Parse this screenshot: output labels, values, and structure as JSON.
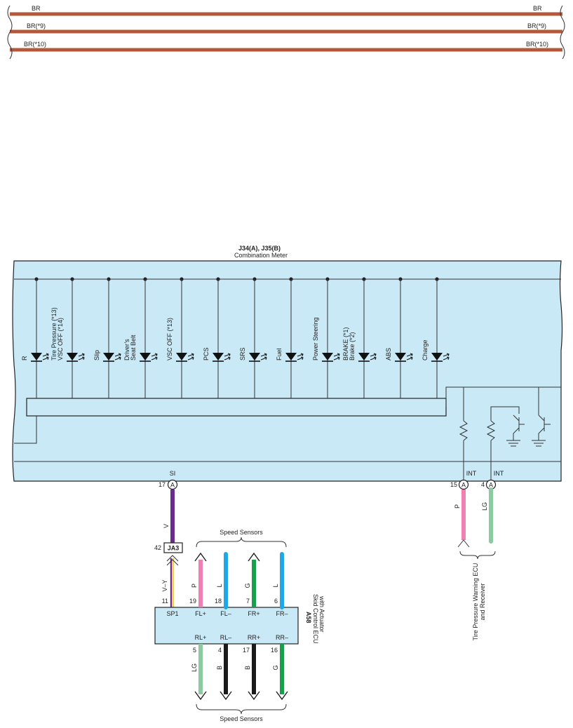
{
  "colors": {
    "brown_wire": "#b5583a",
    "meter_fill": "#c9e9f6",
    "wire_V": "#6a2a8e",
    "wire_P": "#f07fb4",
    "wire_L": "#1ea8e6",
    "wire_G": "#16a04a",
    "wire_LG": "#8ccaa0",
    "wire_B": "#1a1a1a",
    "wire_VY_violet": "#6a2a8e",
    "wire_VY_yellow": "#f3d23c"
  },
  "top_wires": [
    {
      "left": "BR",
      "right": "BR"
    },
    {
      "left": "BR(*9)",
      "right": "BR(*9)"
    },
    {
      "left": "BR(*10)",
      "right": "BR(*10)"
    }
  ],
  "meter": {
    "connector": "J34(A), J35(B)",
    "name": "Combination Meter",
    "indicators": [
      {
        "lines": [
          "R"
        ]
      },
      {
        "lines": [
          "Tire Pressure (*13)",
          "VSC OFF (*14)"
        ]
      },
      {
        "lines": [
          "Slip"
        ]
      },
      {
        "lines": [
          "Driver’s",
          "Seat Belt"
        ]
      },
      {
        "lines": [
          "VSC OFF (*13)"
        ]
      },
      {
        "lines": [
          "PCS"
        ]
      },
      {
        "lines": [
          "SRS"
        ]
      },
      {
        "lines": [
          "Fuel"
        ]
      },
      {
        "lines": [
          "Power Steering"
        ]
      },
      {
        "lines": [
          "BRAKE (*1)",
          "Brake (*2)"
        ]
      },
      {
        "lines": [
          "ABS"
        ]
      },
      {
        "lines": [
          "Charge"
        ]
      }
    ],
    "terminals": [
      {
        "pin": "17",
        "conn": "A",
        "label": "SI",
        "wire": "V"
      },
      {
        "pin": "15",
        "conn": "A",
        "label": "INT",
        "wire": "P"
      },
      {
        "pin": "4",
        "conn": "A",
        "label": "INT",
        "wire": "LG"
      }
    ]
  },
  "junction": {
    "pin": "42",
    "name": "JA3",
    "wire": "V–Y"
  },
  "ecu": {
    "code": "A58",
    "name_line1": "Skid Control ECU",
    "name_line2": "with Actuator",
    "top_terminals": [
      {
        "pin": "11",
        "label": "SP1",
        "wire": ""
      },
      {
        "pin": "19",
        "label": "FL+",
        "wire": "P"
      },
      {
        "pin": "18",
        "label": "FL–",
        "wire": "L"
      },
      {
        "pin": "7",
        "label": "FR+",
        "wire": "G"
      },
      {
        "pin": "6",
        "label": "FR–",
        "wire": "L"
      }
    ],
    "bottom_terminals": [
      {
        "pin": "5",
        "label": "RL+",
        "wire": "LG"
      },
      {
        "pin": "4",
        "label": "RL–",
        "wire": "B"
      },
      {
        "pin": "17",
        "label": "RR+",
        "wire": "B"
      },
      {
        "pin": "16",
        "label": "RR–",
        "wire": "G"
      }
    ]
  },
  "speed_sensors_top": "Speed Sensors",
  "speed_sensors_bottom": "Speed Sensors",
  "tpw": {
    "line1": "Tire Pressure Warning ECU",
    "line2": "and Receiver"
  }
}
